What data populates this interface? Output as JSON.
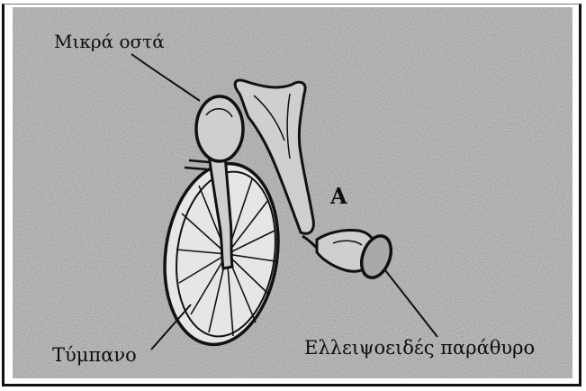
{
  "diagram": {
    "labels": {
      "small_bones": "Μικρά οστά",
      "eardrum": "Τύμπανο",
      "oval_window": "Ελλειψοειδές παράθυρο",
      "point_a": "A"
    },
    "colors": {
      "ink": "#111111",
      "paper_gray": "#d6d6d6",
      "background": "#ffffff"
    }
  }
}
